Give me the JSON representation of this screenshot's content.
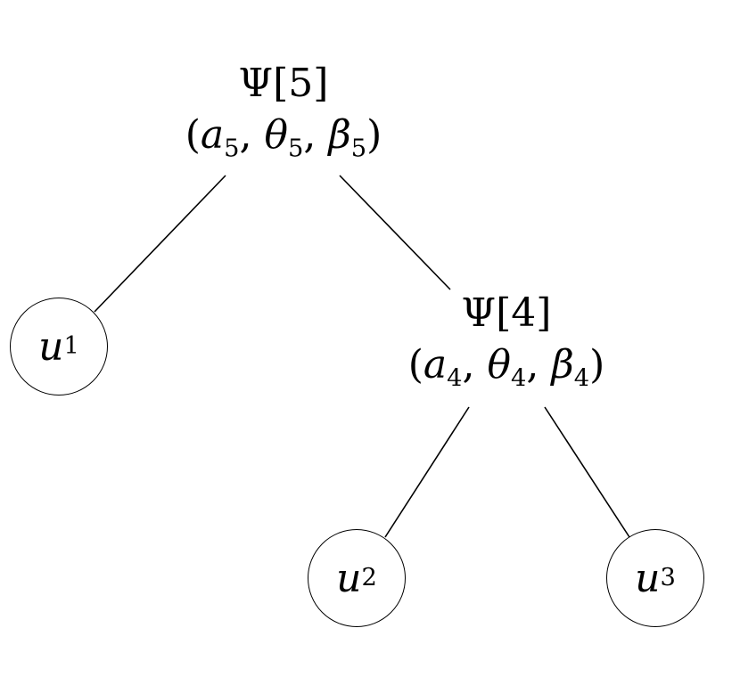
{
  "nodes": {
    "root": {
      "symbol": "Ψ",
      "index": "5",
      "params": [
        "a",
        "θ",
        "β"
      ],
      "sub": "5"
    },
    "inner": {
      "symbol": "Ψ",
      "index": "4",
      "params": [
        "a",
        "θ",
        "β"
      ],
      "sub": "4"
    },
    "leaves": [
      {
        "var": "u",
        "sub": "1"
      },
      {
        "var": "u",
        "sub": "2"
      },
      {
        "var": "u",
        "sub": "3"
      }
    ]
  },
  "edges": [
    {
      "from": "root",
      "to": "leaf-u1"
    },
    {
      "from": "root",
      "to": "inner"
    },
    {
      "from": "inner",
      "to": "leaf-u2"
    },
    {
      "from": "inner",
      "to": "leaf-u3"
    }
  ]
}
